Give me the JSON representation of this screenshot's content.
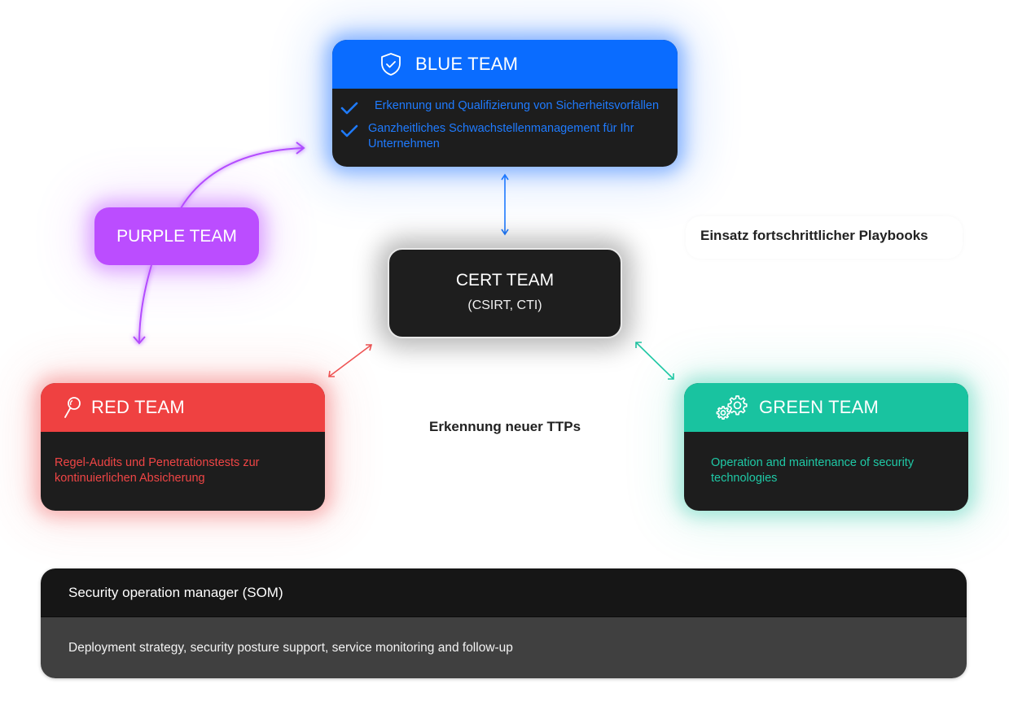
{
  "colors": {
    "blue": "#0a6cff",
    "blue_text": "#1f7bff",
    "purple": "#bb4dff",
    "red": "#ef4141",
    "green": "#19c3a0",
    "card_body": "#1d1d1d",
    "som_head": "#161616",
    "som_body": "#404040"
  },
  "blue_team": {
    "title": "BLUE TEAM",
    "icon": "shield-check-icon",
    "items": [
      "Erkennung und Qualifizierung von Sicherheitsvorfällen",
      "Ganzheitliches Schwachstellenmanagement für Ihr Unternehmen"
    ]
  },
  "purple_team": {
    "title": "PURPLE TEAM"
  },
  "cert_team": {
    "title": "CERT TEAM",
    "subtitle": "(CSIRT, CTI)"
  },
  "red_team": {
    "title": "RED TEAM",
    "icon": "magnifier-icon",
    "description": "Regel-Audits und Penetrationstests zur kontinuierlichen Absicherung"
  },
  "green_team": {
    "title": "GREEN TEAM",
    "icon": "gears-icon",
    "description": "Operation and maintenance of security technologies"
  },
  "labels": {
    "playbooks": "Einsatz fortschrittlicher Playbooks",
    "ttps": "Erkennung neuer TTPs"
  },
  "som": {
    "title": "Security operation manager (SOM)",
    "description": "Deployment strategy, security posture support, service monitoring and follow-up"
  }
}
